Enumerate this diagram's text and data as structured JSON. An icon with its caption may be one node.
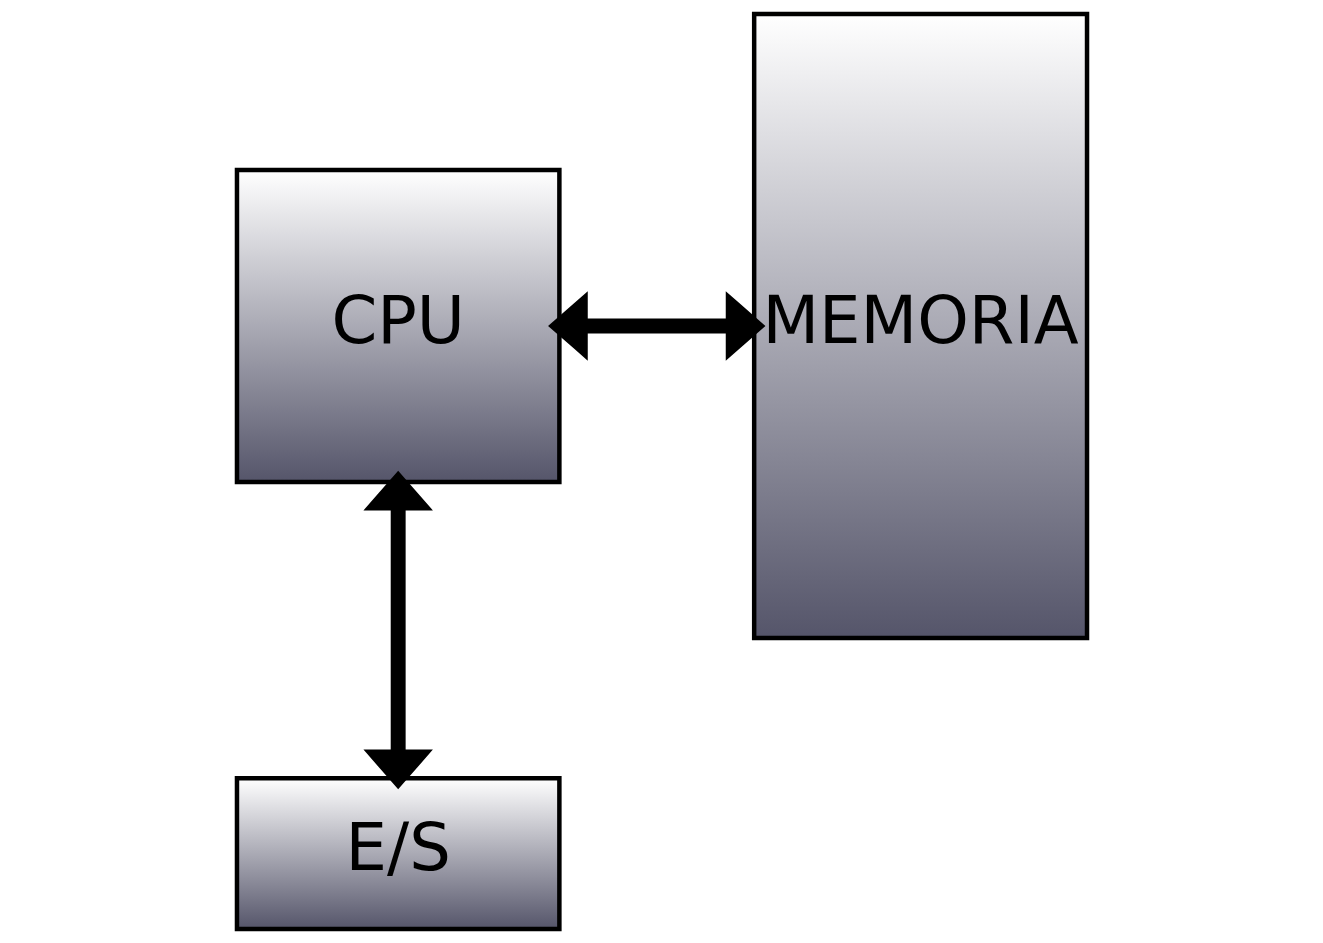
{
  "diagram": {
    "nodes": [
      {
        "text": [
          "CPU"
        ]
      },
      {
        "text": [
          "MEMORIA"
        ]
      },
      {
        "text": [
          "E/S"
        ]
      }
    ],
    "edges": [
      {
        "from": 0,
        "to": 1,
        "arrow": "both"
      },
      {
        "from": 0,
        "to": 2,
        "arrow": "both"
      }
    ]
  }
}
